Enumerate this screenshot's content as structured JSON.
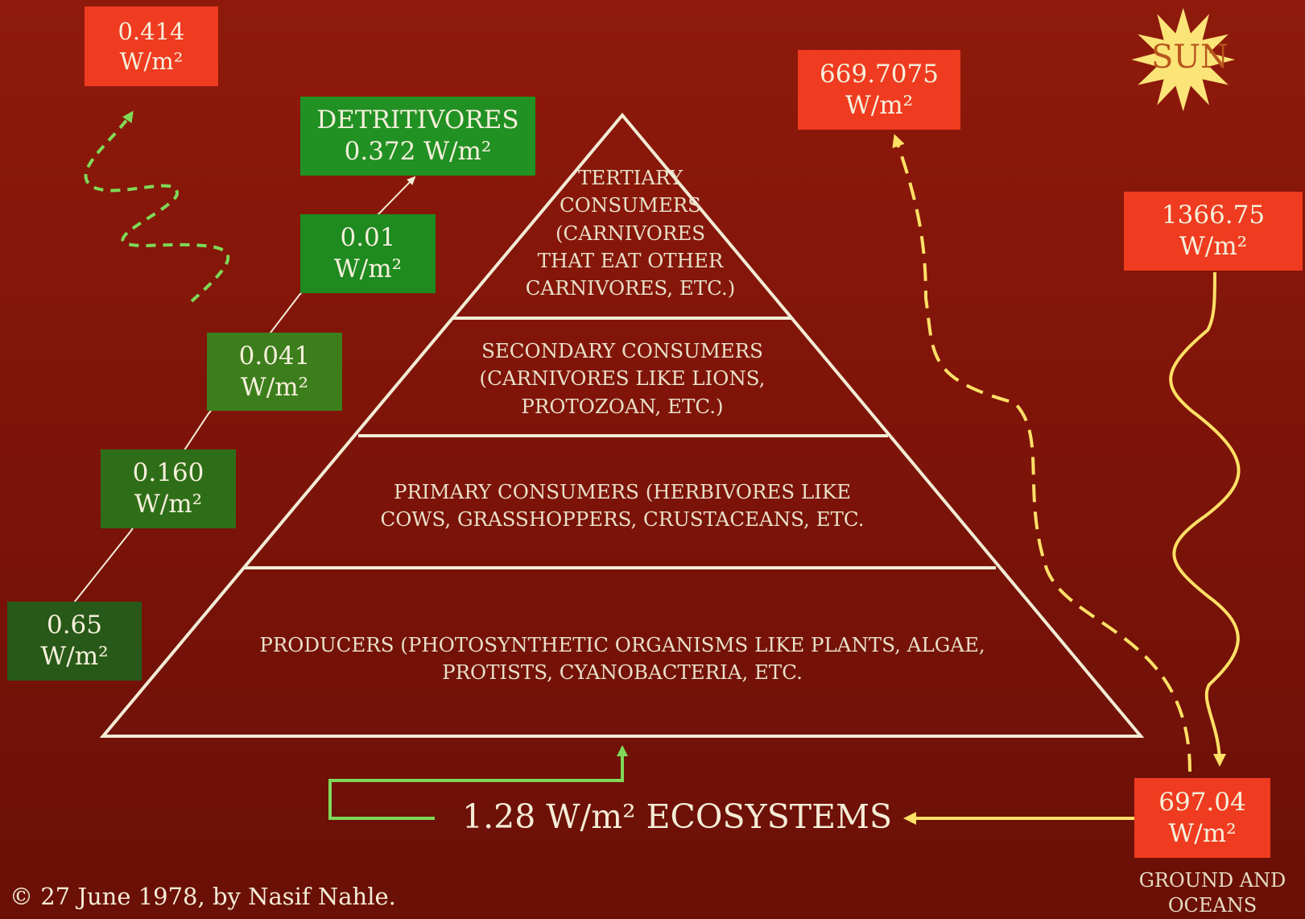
{
  "sun": {
    "label": "SUN"
  },
  "boxes": {
    "top_left": {
      "value": "0.414",
      "unit": "W/m²",
      "color": "#ef3b1f"
    },
    "outgoing": {
      "value": "669.7075",
      "unit": "W/m²",
      "color": "#ef3b1f"
    },
    "solar": {
      "value": "1366.75",
      "unit": "W/m²",
      "color": "#ef3b1f"
    },
    "ground": {
      "value": "697.04",
      "unit": "W/m²",
      "color": "#ef3b1f"
    },
    "detritivores": {
      "title": "DETRITIVORES",
      "value": "0.372 W/m²",
      "color": "#219123"
    },
    "tertiary": {
      "value": "0.01",
      "unit": "W/m²",
      "color": "#1e8a20"
    },
    "secondary": {
      "value": "0.041",
      "unit": "W/m²",
      "color": "#3c7e1c"
    },
    "primary": {
      "value": "0.160",
      "unit": "W/m²",
      "color": "#2e6e18"
    },
    "producers": {
      "value": "0.65",
      "unit": "W/m²",
      "color": "#285918"
    }
  },
  "levels": {
    "tertiary": [
      "TERTIARY",
      "CONSUMERS",
      "(CARNIVORES",
      "THAT EAT OTHER",
      "CARNIVORES, ETC.)"
    ],
    "secondary": [
      "SECONDARY CONSUMERS",
      "(CARNIVORES LIKE LIONS,",
      "PROTOZOAN, ETC.)"
    ],
    "primary": [
      "PRIMARY CONSUMERS (HERBIVORES LIKE",
      "COWS, GRASSHOPPERS, CRUSTACEANS, ETC."
    ],
    "producers": [
      "PRODUCERS (PHOTOSYNTHETIC ORGANISMS LIKE PLANTS, ALGAE,",
      "PROTISTS, CYANOBACTERIA, ETC."
    ]
  },
  "ecosystems": {
    "label": "1.28 W/m² ECOSYSTEMS"
  },
  "ground_label": [
    "GROUND AND",
    "OCEANS"
  ],
  "copyright": "© 27 June 1978, by Nasif Nahle.",
  "colors": {
    "background": "#8f1a0b",
    "pyramid_stroke": "#f2ecd6",
    "green_arrow": "#7ed957",
    "yellow_arrow": "#ffe066",
    "sun_fill": "#fbe478",
    "red_box": "#ef3b1f"
  }
}
